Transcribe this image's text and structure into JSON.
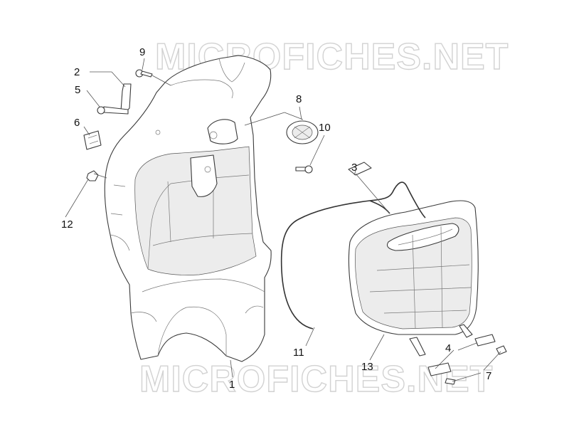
{
  "watermark": {
    "top": "MICROFICHES.NET",
    "bottom": "MICROFICHES.NET"
  },
  "callouts": [
    {
      "id": "c1",
      "label": "1"
    },
    {
      "id": "c2",
      "label": "2"
    },
    {
      "id": "c3",
      "label": "3"
    },
    {
      "id": "c4",
      "label": "4"
    },
    {
      "id": "c5",
      "label": "5"
    },
    {
      "id": "c6",
      "label": "6"
    },
    {
      "id": "c7",
      "label": "7"
    },
    {
      "id": "c8",
      "label": "8"
    },
    {
      "id": "c9",
      "label": "9"
    },
    {
      "id": "c10",
      "label": "10"
    },
    {
      "id": "c11",
      "label": "11"
    },
    {
      "id": "c12",
      "label": "12"
    },
    {
      "id": "c13",
      "label": "13"
    }
  ]
}
